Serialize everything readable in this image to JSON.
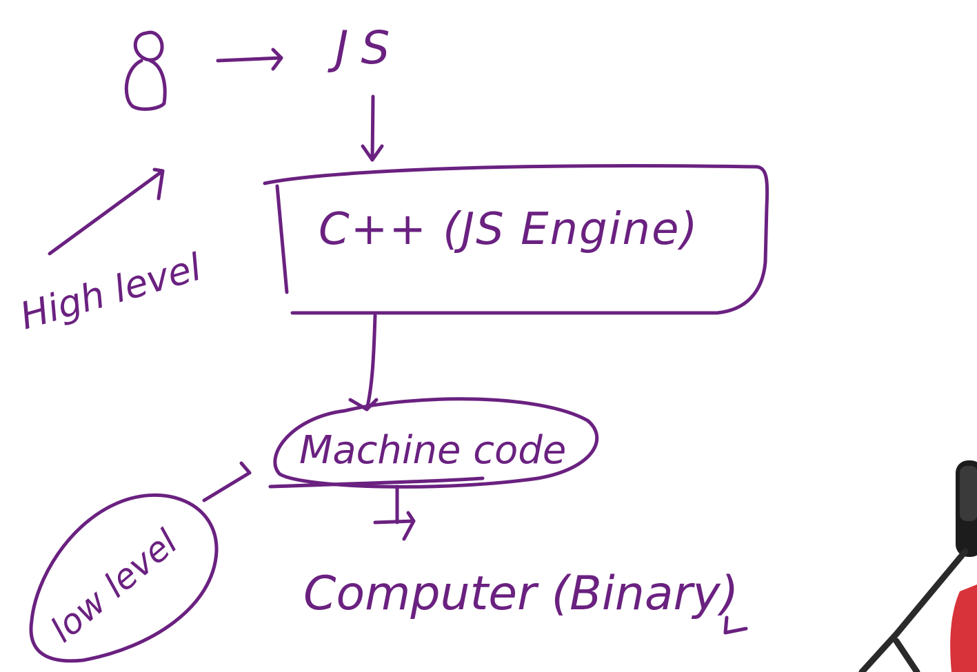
{
  "colors": {
    "ink": "#6a2180",
    "background": "#ffffff",
    "mic_body": "#1c1c1c",
    "mic_stand": "#2a2a2a",
    "shirt": "#d8323a"
  },
  "nodes": {
    "js": "JS",
    "engine": "C++ (JS Engine)",
    "machine_code": "Machine code",
    "computer": "Computer (Binary)"
  },
  "labels": {
    "high_level": "High level",
    "low_level": "low level"
  },
  "icons": {
    "person": "person-icon",
    "microphone": "microphone-icon"
  }
}
